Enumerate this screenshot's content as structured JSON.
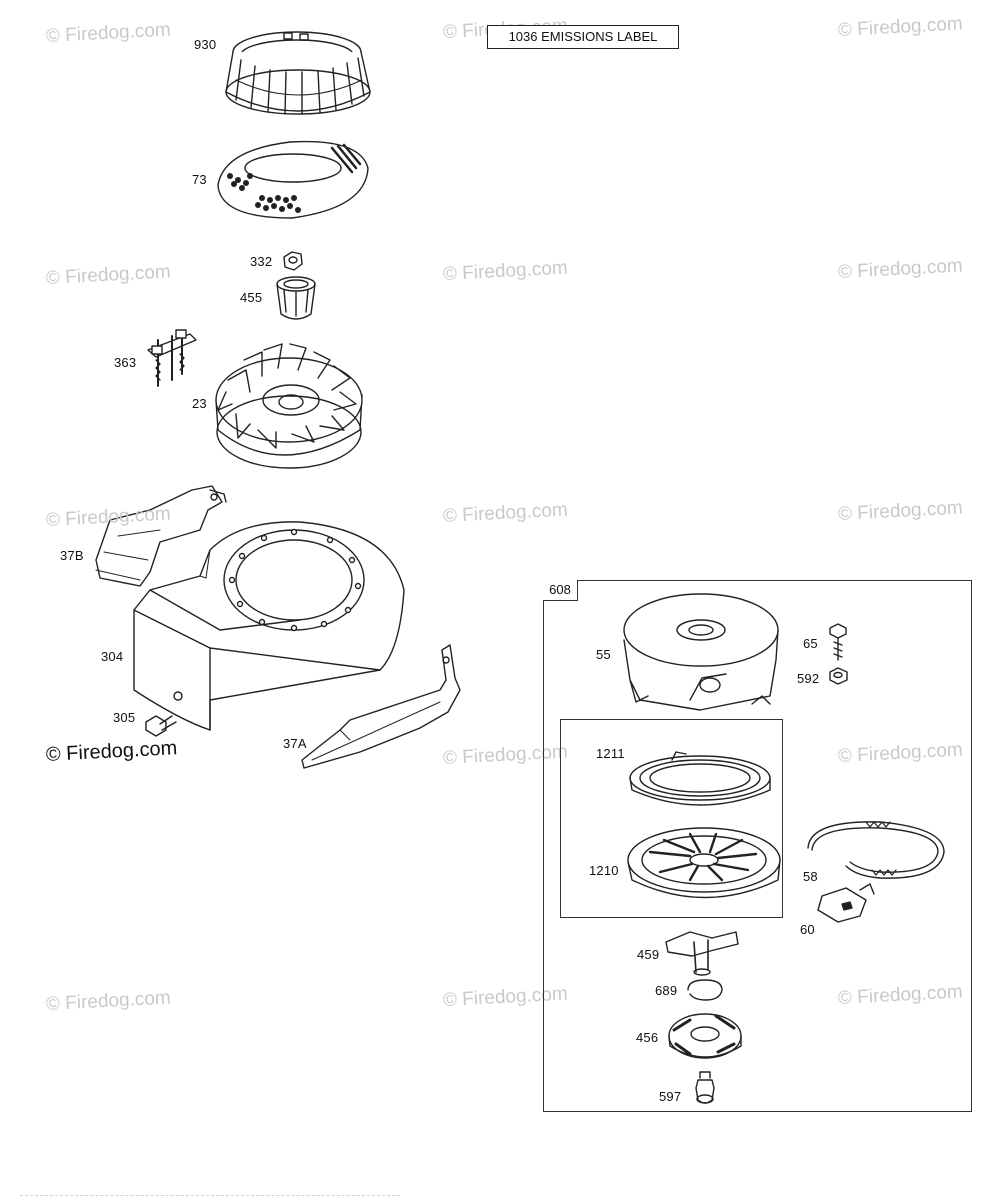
{
  "watermark": "© Firedog.com",
  "emissions_label": "1036 EMISSIONS LABEL",
  "assembly_box": {
    "label": "608"
  },
  "parts": {
    "p930": "930",
    "p73": "73",
    "p332": "332",
    "p455": "455",
    "p363": "363",
    "p23": "23",
    "p37B": "37B",
    "p304": "304",
    "p305": "305",
    "p37A": "37A",
    "p55": "55",
    "p65": "65",
    "p592": "592",
    "p1211": "1211",
    "p1210": "1210",
    "p58": "58",
    "p60": "60",
    "p459": "459",
    "p689": "689",
    "p456": "456",
    "p597": "597"
  }
}
